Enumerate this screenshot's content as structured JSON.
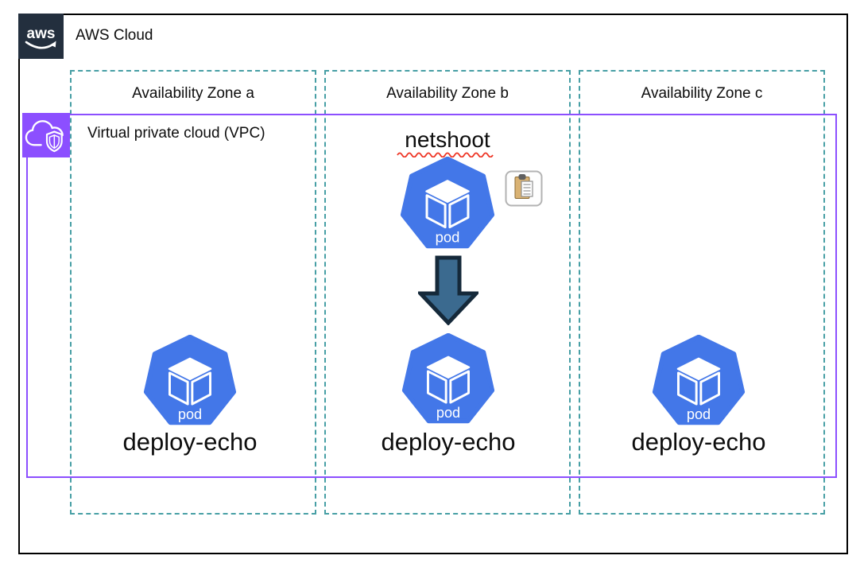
{
  "diagram": {
    "aws_cloud_label": "AWS Cloud",
    "aws_logo_text": "aws",
    "vpc_label": "Virtual private cloud (VPC)",
    "pod_label": "pod",
    "zones": [
      {
        "label": "Availability Zone a",
        "deployment": "deploy-echo"
      },
      {
        "label": "Availability Zone b",
        "deployment": "deploy-echo",
        "top_pod": "netshoot"
      },
      {
        "label": "Availability Zone c",
        "deployment": "deploy-echo"
      }
    ],
    "icons": {
      "aws_logo": "aws-smile-logo",
      "vpc_badge": "cloud-shield-icon",
      "pod": "kubernetes-pod-icon",
      "clipboard": "clipboard-paste-icon",
      "flow_arrow": "down-block-arrow"
    },
    "colors": {
      "pod_blue": "#4377E8",
      "zone_teal": "#479FA5",
      "vpc_purple": "#8C4FFF",
      "aws_navy": "#232F3E",
      "arrow_fill": "#3B6A8F",
      "arrow_outline": "#15293A",
      "spellcheck_red": "#EE3424",
      "outer_border": "#000000"
    }
  }
}
